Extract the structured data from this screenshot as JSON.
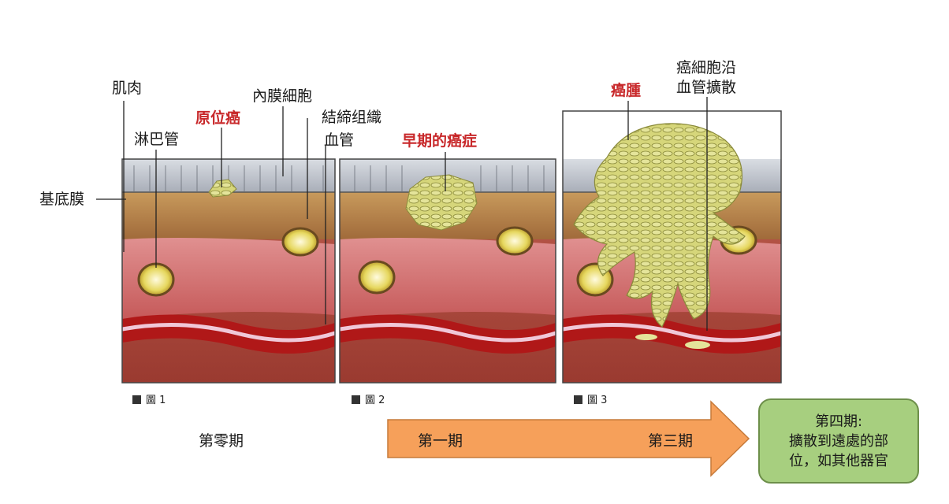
{
  "labels": {
    "muscle": "肌肉",
    "lymph_vessel": "淋巴管",
    "basement_membrane": "基底膜",
    "carcinoma_in_situ": "原位癌",
    "endothelial_cells": "內膜細胞",
    "connective_tissue": "結締组織",
    "blood_vessel": "血管",
    "early_cancer": "早期的癌症",
    "tumor": "癌腫",
    "spread_line1": "癌細胞沿",
    "spread_line2": "血管擴散"
  },
  "panels": [
    {
      "caption": "圖 1"
    },
    {
      "caption": "圖 2"
    },
    {
      "caption": "圖 3"
    }
  ],
  "stages": {
    "stage0": "第零期",
    "stage1": "第一期",
    "stage3": "第三期",
    "stage4_title": "第四期:",
    "stage4_line2": "擴散到遠處的部",
    "stage4_line3": "位，如其他器官"
  },
  "colors": {
    "label_red": "#c8282a",
    "arrow_orange": "#f6a05a",
    "stage4_green": "#a7cf7f",
    "tumor_yellow": "#d6d67a"
  }
}
